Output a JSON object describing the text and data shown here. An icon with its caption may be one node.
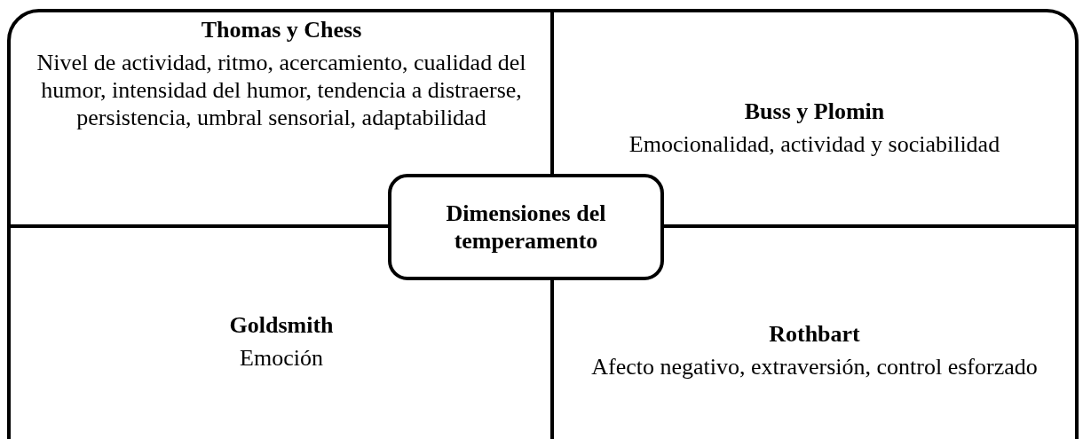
{
  "diagram": {
    "nodes": [
      {
        "text": [
          "Thomas y Chess",
          "Nivel de actividad, ritmo, acercamiento, cualidad del humor, intensidad del humor, tendencia a distraerse, persistencia, umbral sensorial, adaptabilidad"
        ]
      },
      {
        "text": [
          "Buss y Plomin",
          "Emocionalidad, actividad y sociabilidad"
        ]
      },
      {
        "text": [
          "Dimensiones del temperamento"
        ]
      },
      {
        "text": [
          "Goldsmith",
          "Emoción"
        ]
      },
      {
        "text": [
          "Rothbart",
          "Afecto negativo, extraversión, control esforzado"
        ]
      }
    ]
  }
}
